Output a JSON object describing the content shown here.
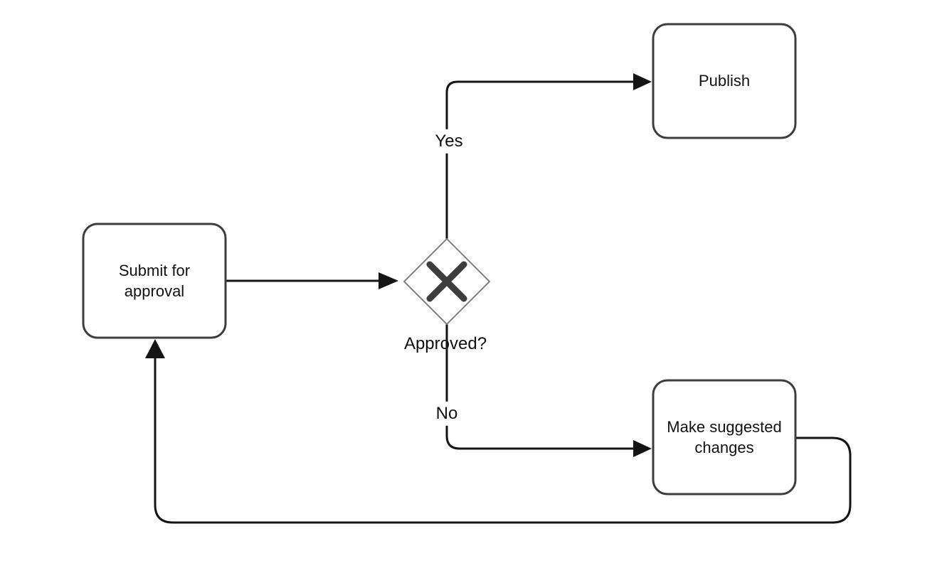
{
  "diagram": {
    "type": "flowchart-approval-process",
    "background": "#fefefe",
    "colors": {
      "node_border": "#3d3d3d",
      "node_fill": "#ffffff",
      "gateway_border": "#7f7f7f",
      "gateway_x": "#3d3d3d",
      "connector": "#141414",
      "text": "#111111"
    },
    "nodes": {
      "submit": {
        "label": "Submit for approval",
        "shape": "rounded-rect"
      },
      "publish": {
        "label": "Publish",
        "shape": "rounded-rect"
      },
      "changes": {
        "label": "Make suggested changes",
        "shape": "rounded-rect"
      },
      "gateway": {
        "label": "Approved?",
        "shape": "diamond",
        "icon": "x-mark"
      }
    },
    "edges": [
      {
        "from": "submit",
        "to": "gateway",
        "label": ""
      },
      {
        "from": "gateway",
        "to": "publish",
        "label": "Yes"
      },
      {
        "from": "gateway",
        "to": "changes",
        "label": "No"
      },
      {
        "from": "changes",
        "to": "submit",
        "label": ""
      }
    ]
  }
}
